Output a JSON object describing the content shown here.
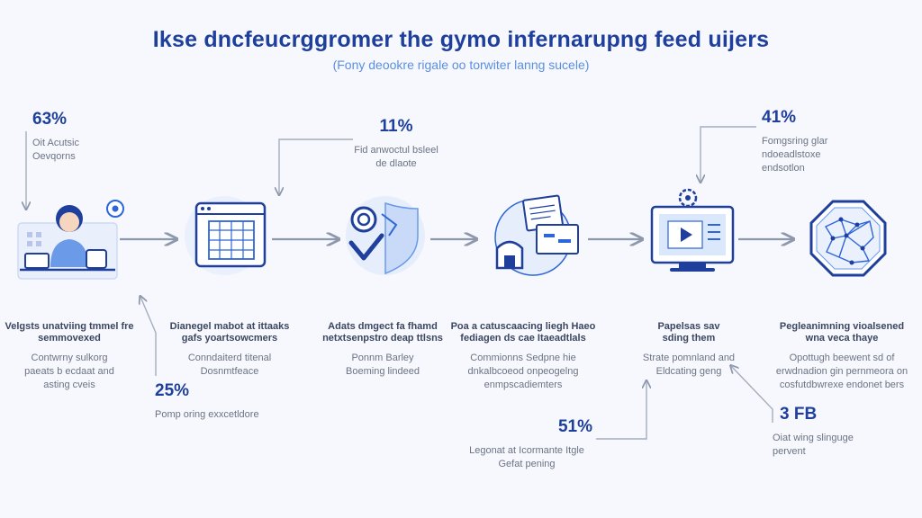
{
  "header": {
    "title": "Ikse dncfeucrggromer the gymo infernarupng feed uijers",
    "subtitle": "(Fony deookre rigale oo torwiter lanng sucele)"
  },
  "stats": [
    {
      "value": "63%",
      "note": "Oit Acutsic Oevqorns"
    },
    {
      "value": "11%",
      "note": "Fid anwoctul bsleel de dlaote"
    },
    {
      "value": "41%",
      "note": "Fomgsring glar ndoeadlstoxe endsotlon"
    },
    {
      "value": "25%",
      "note": "Pomp oring exxcetldore"
    },
    {
      "value": "51%",
      "note": "Legonat at Icormante Itgle Gefat pening"
    },
    {
      "value": "3 FB",
      "note": "Oiat wing slinguge pervent"
    }
  ],
  "steps": [
    {
      "caption": "Velgsts unatviing tmmel fre semmovexed",
      "desc": "Contwrny sulkorg paeats b ecdaat and asting cveis",
      "icon": "person-at-desk-icon"
    },
    {
      "caption": "Dianegel mabot at ittaaks gafs yoartsowcmers",
      "desc": "Conndaiterd titenal Dosnmtfeace",
      "icon": "browser-grid-icon"
    },
    {
      "caption": "Adats dmgect fa fhamd netxtsenpstro deap ttlsns",
      "desc": "Ponnm Barley Boeming lindeed",
      "icon": "check-shield-icon"
    },
    {
      "caption": "Poa a catuscaacing liegh Haeo fediagen ds cae Itaeadtlals",
      "desc": "Commionns Sedpne hie dnkalbcoeod onpeogelng enmpscadiemters",
      "icon": "dashboard-docs-icon"
    },
    {
      "caption": "Papelsas sav sding them",
      "desc": "Strate pomnland and Eldcating geng",
      "icon": "video-monitor-icon"
    },
    {
      "caption": "Pegleanimning vioalsened wna veca thaye",
      "desc": "Opottugh beewent sd of erwdnadion gin pernmeora on cosfutdbwrexe endonet bers",
      "icon": "polygon-network-icon"
    }
  ],
  "colors": {
    "accent": "#1f3f9c",
    "line": "#5d7dd0",
    "arrow": "#8d98ac",
    "light": "#e6eefc"
  }
}
